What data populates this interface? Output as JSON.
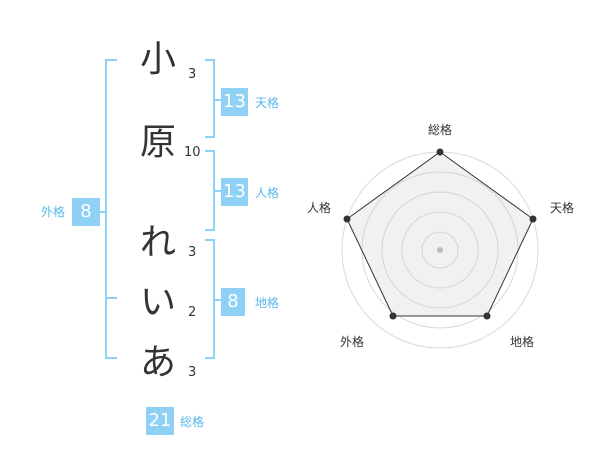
{
  "name": {
    "chars": [
      {
        "char": "小",
        "strokes": "3"
      },
      {
        "char": "原",
        "strokes": "10"
      },
      {
        "char": "れ",
        "strokes": "3"
      },
      {
        "char": "い",
        "strokes": "2"
      },
      {
        "char": "あ",
        "strokes": "3"
      }
    ]
  },
  "kakusu": {
    "tenkaku": {
      "value": "13",
      "label": "天格"
    },
    "jinkaku": {
      "value": "13",
      "label": "人格"
    },
    "chikaku": {
      "value": "8",
      "label": "地格"
    },
    "gaikaku": {
      "value": "8",
      "label": "外格"
    },
    "soukaku": {
      "value": "21",
      "label": "総格"
    }
  },
  "radar": {
    "axes": [
      "総格",
      "天格",
      "地格",
      "外格",
      "人格"
    ],
    "levels": 5
  },
  "colors": {
    "accent": "#8fd0f5",
    "label": "#57b8ea",
    "text": "#333333"
  }
}
